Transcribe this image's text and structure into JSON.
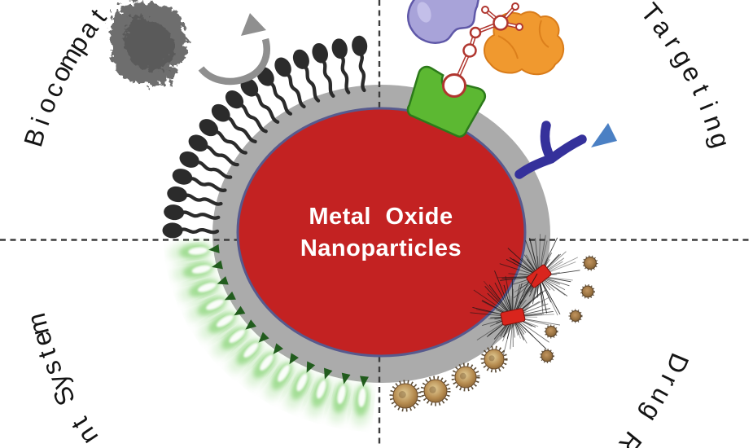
{
  "title": {
    "line1": "Metal Oxide",
    "line2": "Nanoparticles"
  },
  "labels": {
    "top_left": "Biocompat",
    "top_right": "Targeting",
    "bottom_left": "nt System",
    "bottom_right": "Drug R"
  },
  "colors": {
    "core_red": "#c32222",
    "core_border": "#575a8e",
    "ring_gray": "#ababab",
    "dash_color": "#3c3c3c",
    "surfactant_black": "#2b2b2b",
    "arrow_gray": "#8f8f8f",
    "protein_gray": "#6e6e6e",
    "fluor_green": "#7ed06a",
    "fluor_dark": "#215c1d",
    "receptor_green": "#5cb832",
    "receptor_edge": "#2c7a1a",
    "chain_red": "#b0362f",
    "ligand_purple": "#a8a3d9",
    "ligand_purple_edge": "#5f58a8",
    "protein_orange": "#f0992f",
    "protein_orange_edge": "#d97c1a",
    "antibody_indigo": "#35319b",
    "antigen_blue": "#4b80c4",
    "magnet_red": "#d9251d",
    "filing_black": "#161616",
    "particle_tan": "#b58a4e",
    "particle_brown": "#8a6536",
    "text_black": "#141414"
  },
  "icons": {
    "protein-corona-blob": "fuzzy gray protein aggregate",
    "adsorption-arrow": "curved gray rotation arrow",
    "surfactant-coating": "black lollipop surfactant molecules on shell",
    "fluorescent-coating": "glowing green fluorophore units on shell",
    "receptor-icon": "green receptor pocket on shell",
    "ligand-chain": "red-outlined bead chain linker",
    "ligand-protein-purple": "purple protein blob",
    "ligand-protein-orange": "orange protein blob",
    "antibody-icon": "dark indigo Y-shaped antibody",
    "antigen-triangle": "light blue triangle antigen",
    "magnetic-field-icon": "red bar magnets with iron-filing field lines",
    "drug-particles": "brown spiky drug nanoparticles and released dots"
  }
}
